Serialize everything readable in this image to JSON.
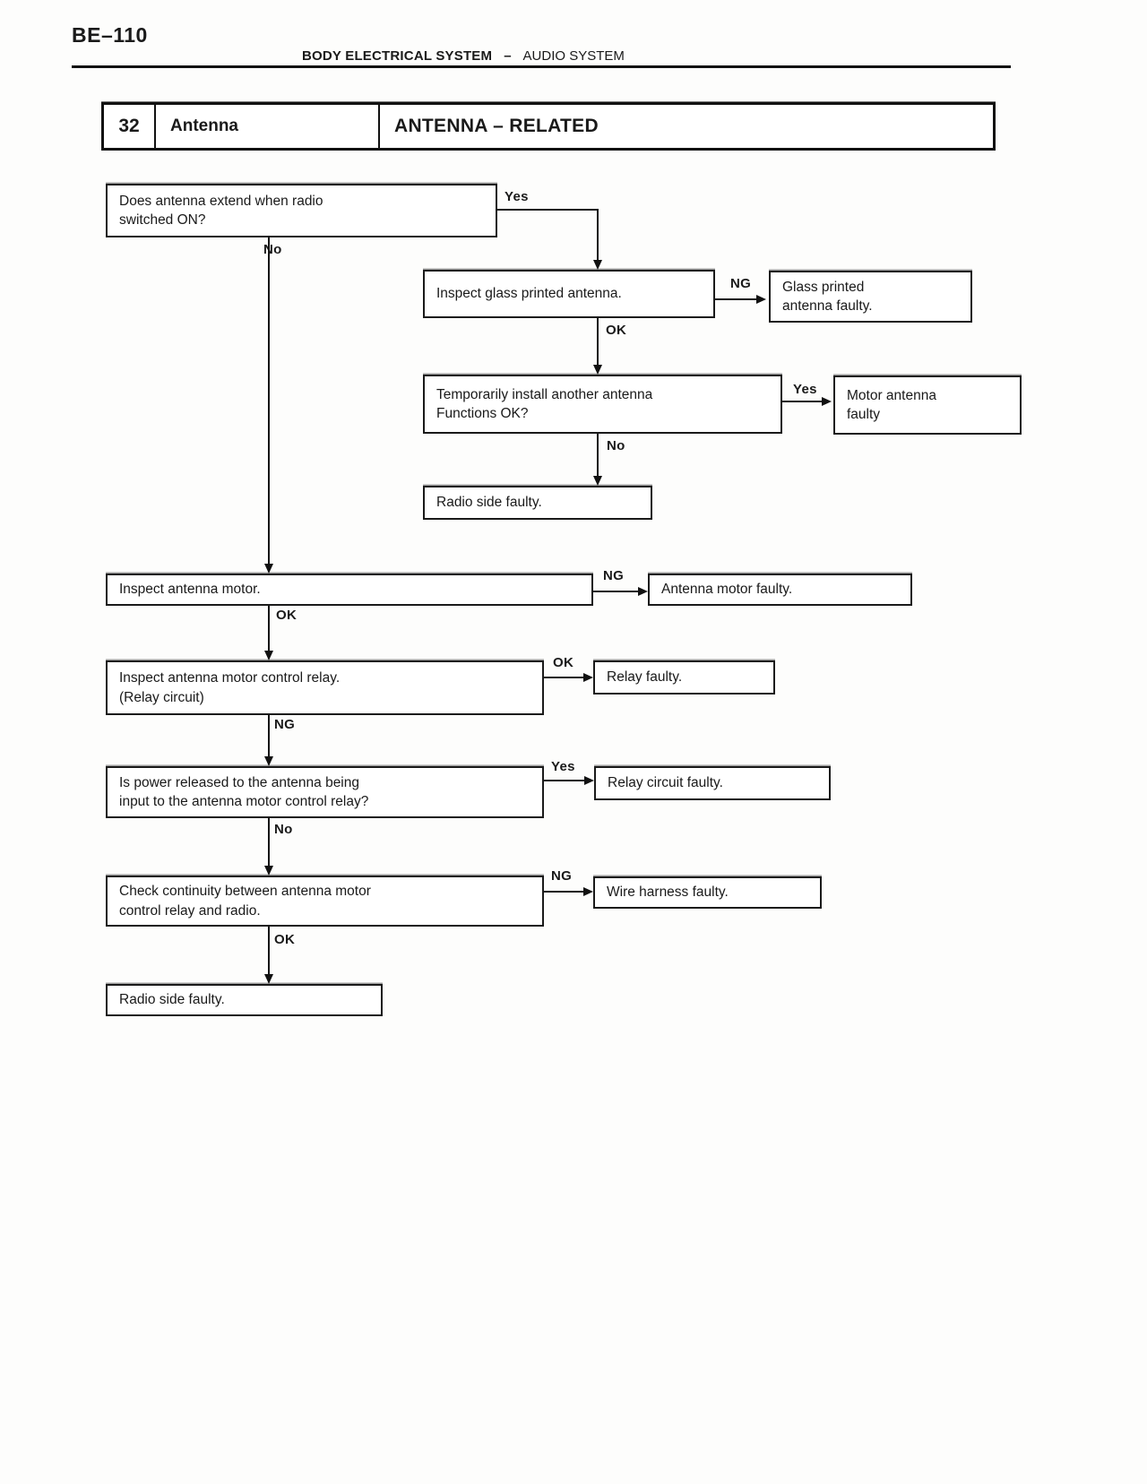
{
  "page": {
    "number": "BE–110"
  },
  "header": {
    "section": "BODY ELECTRICAL SYSTEM",
    "separator": "–",
    "subsection": "AUDIO SYSTEM"
  },
  "title_bar": {
    "step_number": "32",
    "component": "Antenna",
    "title": "ANTENNA – RELATED"
  },
  "flow": {
    "nodes": {
      "q_antenna_extend": "Does antenna extend when radio\nswitched ON?",
      "a_inspect_glass": "Inspect glass printed antenna.",
      "r_glass_faulty": "Glass printed\nantenna faulty.",
      "q_temp_install": "Temporarily install another antenna\nFunctions OK?",
      "r_motor_faulty": "Motor antenna\nfaulty",
      "r_radio_side_1": "Radio side faulty.",
      "a_inspect_motor": "Inspect antenna motor.",
      "r_antenna_motor_faulty": "Antenna motor faulty.",
      "a_inspect_relay": "Inspect antenna motor control relay.\n(Relay circuit)",
      "r_relay_faulty": "Relay faulty.",
      "q_power_released": "Is power released to the antenna being\ninput to the antenna motor control relay?",
      "r_relay_circuit_faulty": "Relay circuit faulty.",
      "a_check_continuity": "Check continuity between antenna motor\ncontrol relay and radio.",
      "r_wire_harness_faulty": "Wire harness faulty.",
      "r_radio_side_2": "Radio side faulty."
    },
    "labels": {
      "yes1": "Yes",
      "no1": "No",
      "ng1": "NG",
      "ok1": "OK",
      "yes2": "Yes",
      "no2": "No",
      "ng2": "NG",
      "ok2": "OK",
      "ok3": "OK",
      "ng3": "NG",
      "yes3": "Yes",
      "no3": "No",
      "ng4": "NG",
      "ok4": "OK"
    }
  }
}
